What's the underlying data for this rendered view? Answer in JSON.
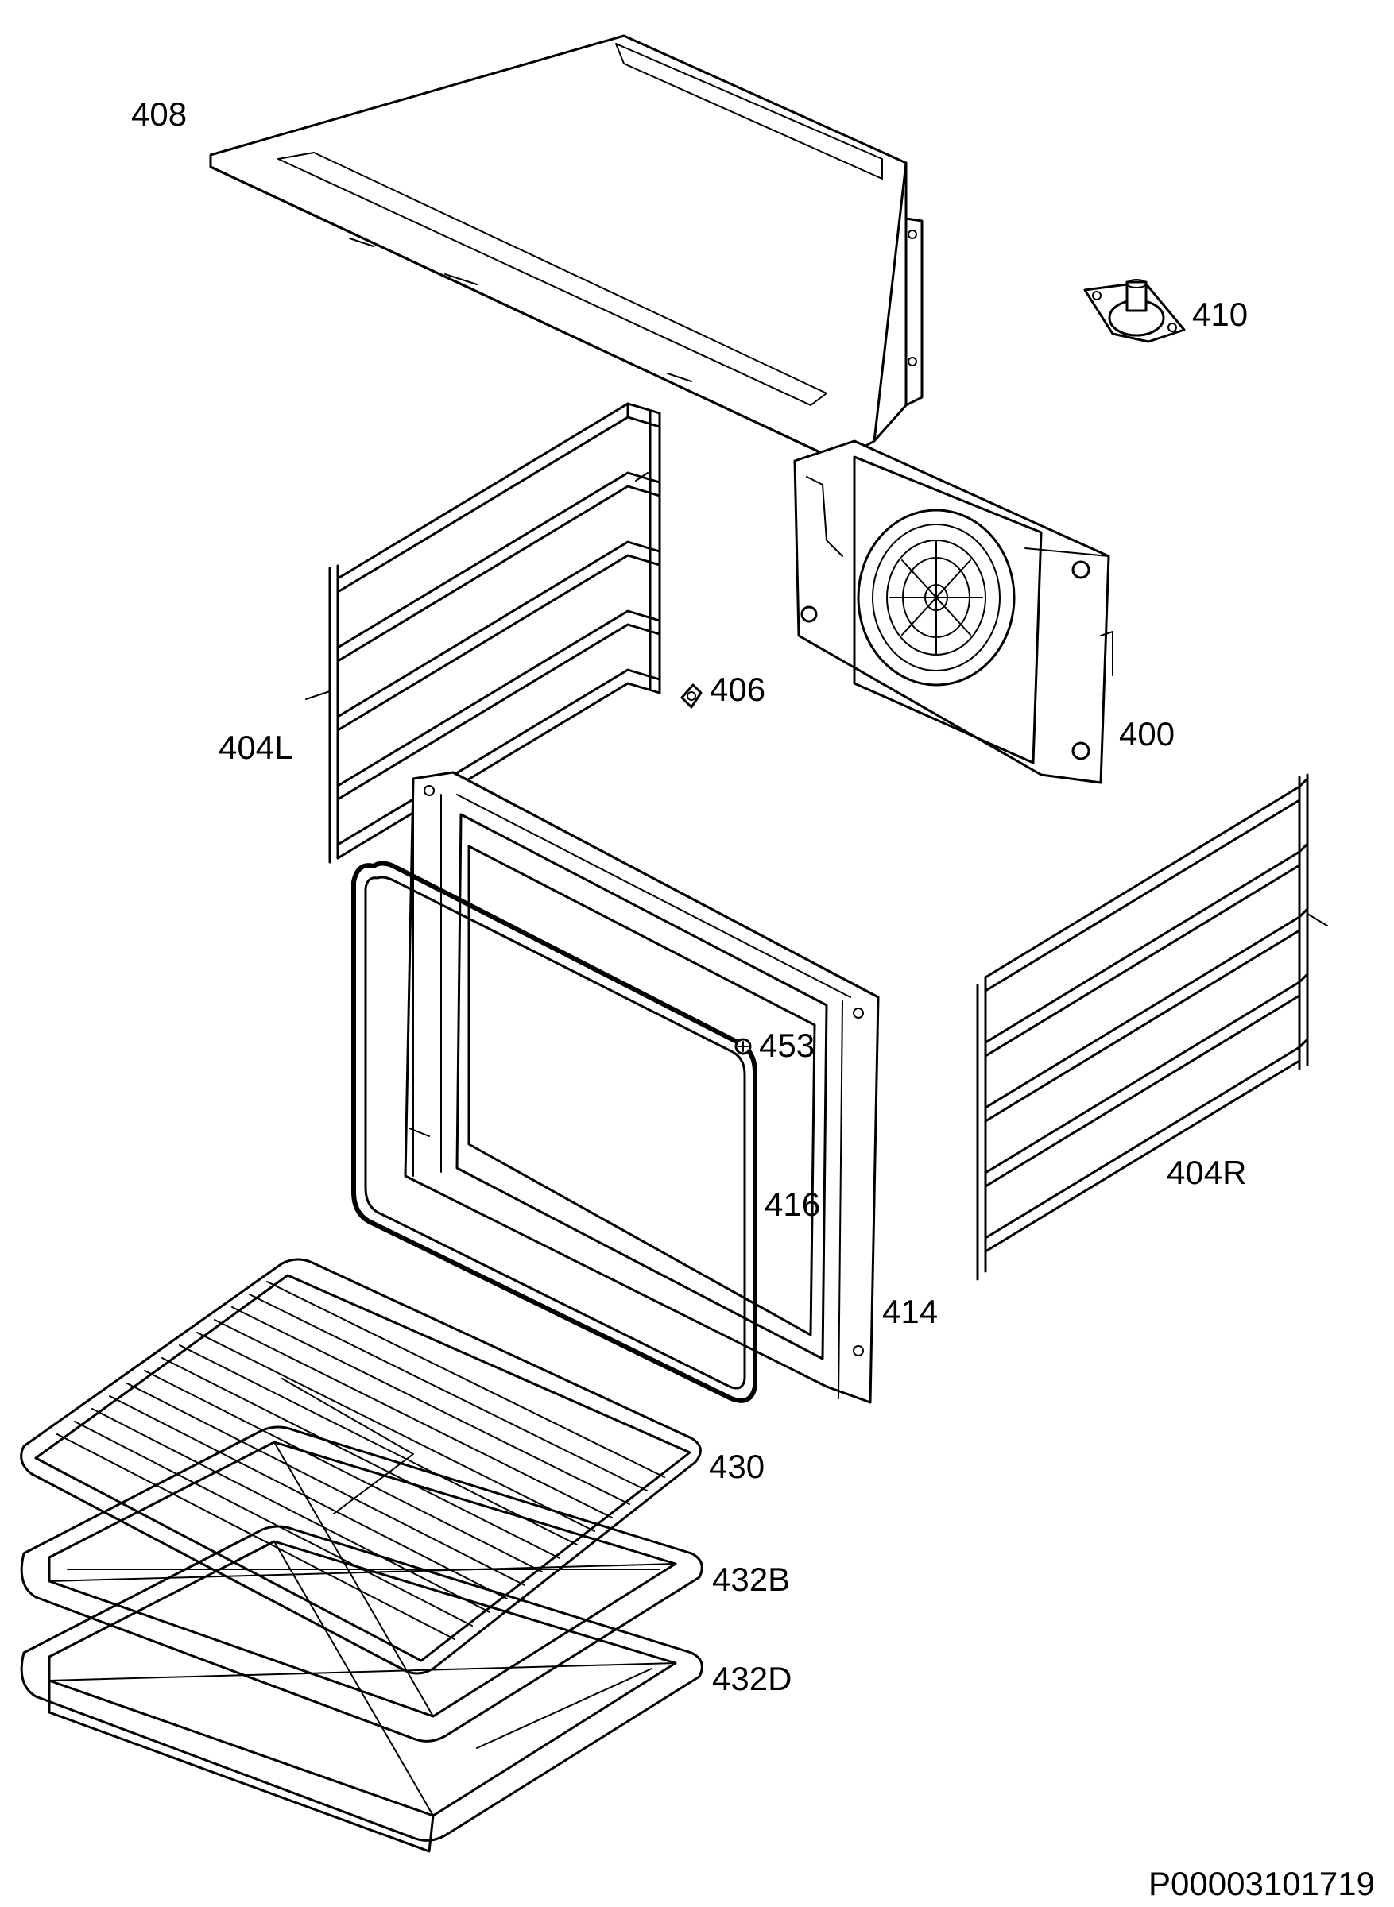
{
  "parts": {
    "p408": "408",
    "p410": "410",
    "p406": "406",
    "p400": "400",
    "p404L": "404L",
    "p404R": "404R",
    "p453": "453",
    "p416": "416",
    "p414": "414",
    "p430": "430",
    "p432B": "432B",
    "p432D": "432D"
  },
  "diagram_code": "P00003101719"
}
